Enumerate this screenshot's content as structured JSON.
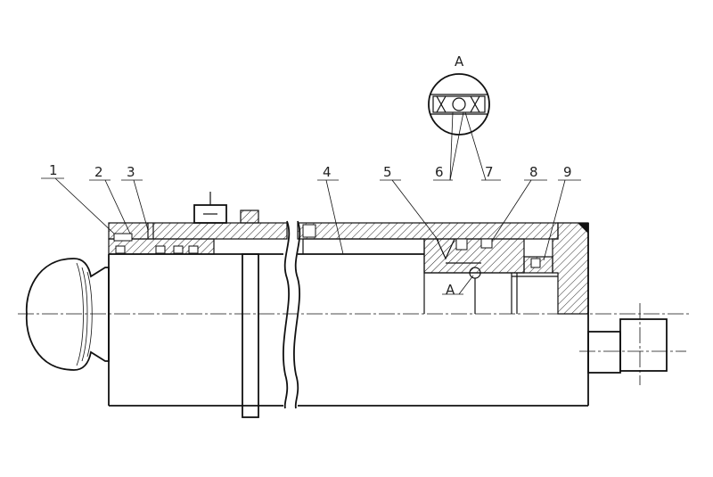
{
  "diagram": {
    "part_labels": [
      "1",
      "2",
      "3",
      "4",
      "5",
      "6",
      "7",
      "8",
      "9"
    ],
    "detail_label": "A",
    "detail_ref_label": "A"
  }
}
